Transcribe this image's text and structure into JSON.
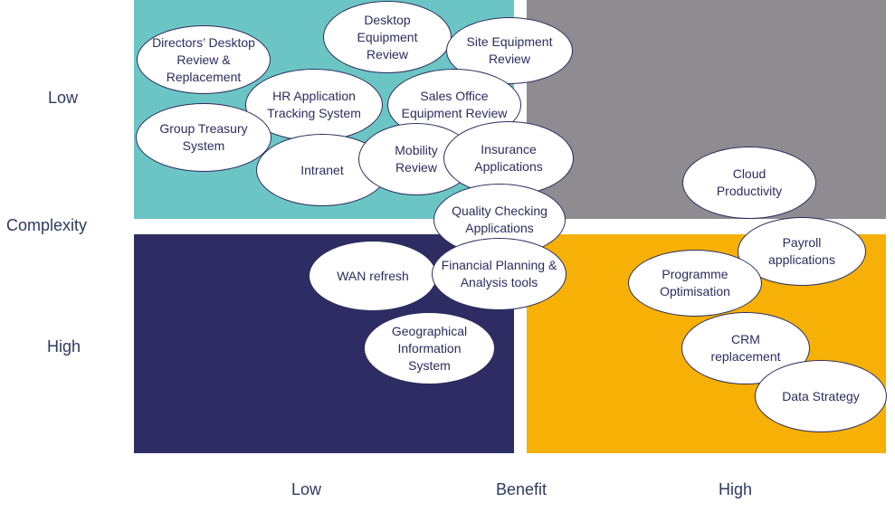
{
  "colors": {
    "quadrant_low_complexity_low_benefit": "#6cc5c5",
    "quadrant_low_complexity_high_benefit": "#8e8b91",
    "quadrant_high_complexity_low_benefit": "#2e2d63",
    "quadrant_high_complexity_high_benefit": "#f6b006",
    "bubble_border": "#2b2d5e",
    "bubble_fill": "#ffffff"
  },
  "axes": {
    "y_title": "Complexity",
    "y_low": "Low",
    "y_high": "High",
    "x_title": "Benefit",
    "x_low": "Low",
    "x_high": "High"
  },
  "items": [
    {
      "id": "desktop-equipment-review",
      "label": "Desktop Equipment Review"
    },
    {
      "id": "directors-desktop",
      "label": "Directors’ Desktop Review & Replacement"
    },
    {
      "id": "site-equipment-review",
      "label": "Site Equipment Review"
    },
    {
      "id": "hr-application",
      "label": "HR Application Tracking System"
    },
    {
      "id": "sales-office",
      "label": "Sales Office Equipment Review"
    },
    {
      "id": "group-treasury",
      "label": "Group Treasury System"
    },
    {
      "id": "intranet",
      "label": "Intranet"
    },
    {
      "id": "mobility-review",
      "label": "Mobility Review"
    },
    {
      "id": "insurance-applications",
      "label": "Insurance Applications"
    },
    {
      "id": "cloud-productivity",
      "label": "Cloud Productivity"
    },
    {
      "id": "quality-checking",
      "label": "Quality Checking Applications"
    },
    {
      "id": "wan-refresh",
      "label": "WAN refresh"
    },
    {
      "id": "financial-planning",
      "label": "Financial Planning & Analysis tools"
    },
    {
      "id": "payroll-applications",
      "label": "Payroll applications"
    },
    {
      "id": "programme-optimisation",
      "label": "Programme Optimisation"
    },
    {
      "id": "geographical-information",
      "label": "Geographical Information System"
    },
    {
      "id": "crm-replacement",
      "label": "CRM replacement"
    },
    {
      "id": "data-strategy",
      "label": "Data Strategy"
    }
  ]
}
